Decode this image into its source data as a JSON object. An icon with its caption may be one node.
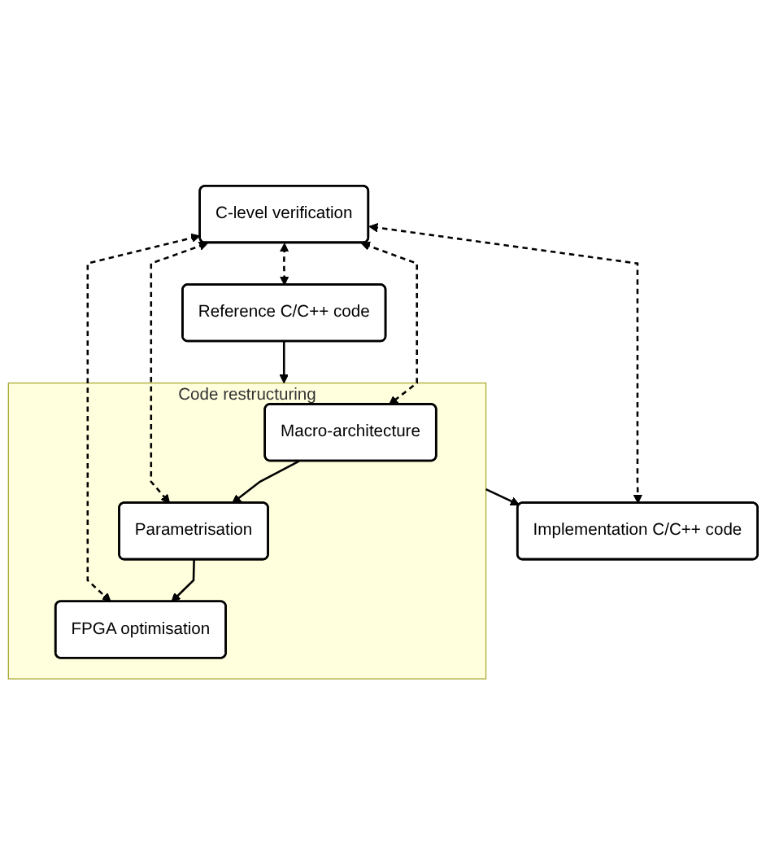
{
  "diagram": {
    "nodes": [
      {
        "text": [
          "Reference C/C++ code"
        ]
      },
      {
        "text": [
          "Code restructuring"
        ]
      },
      {
        "text": [
          "Macro-architecture"
        ],
        "in": 1
      },
      {
        "text": [
          "Parametrisation"
        ],
        "in": 1
      },
      {
        "text": [
          "FPGA optimisation"
        ],
        "in": 1
      },
      {
        "text": [
          "Implementation C/C++ code"
        ]
      },
      {
        "text": [
          "C-level verification"
        ]
      }
    ],
    "edges": [
      {
        "from": 0,
        "to": 1,
        "arrow": "to"
      },
      {
        "from": 2,
        "to": 3,
        "arrow": "to"
      },
      {
        "from": 3,
        "to": 4,
        "arrow": "to"
      },
      {
        "from": 1,
        "to": 5,
        "arrow": "to"
      },
      {
        "from": 6,
        "to": 0,
        "arrow": "both",
        "style": "dashed"
      },
      {
        "from": 6,
        "to": 2,
        "arrow": "both",
        "style": "dashed"
      },
      {
        "from": 6,
        "to": 3,
        "arrow": "both",
        "style": "dashed"
      },
      {
        "from": 6,
        "to": 4,
        "arrow": "both",
        "style": "dashed"
      },
      {
        "from": 6,
        "to": 5,
        "arrow": "both",
        "style": "dashed"
      }
    ]
  }
}
